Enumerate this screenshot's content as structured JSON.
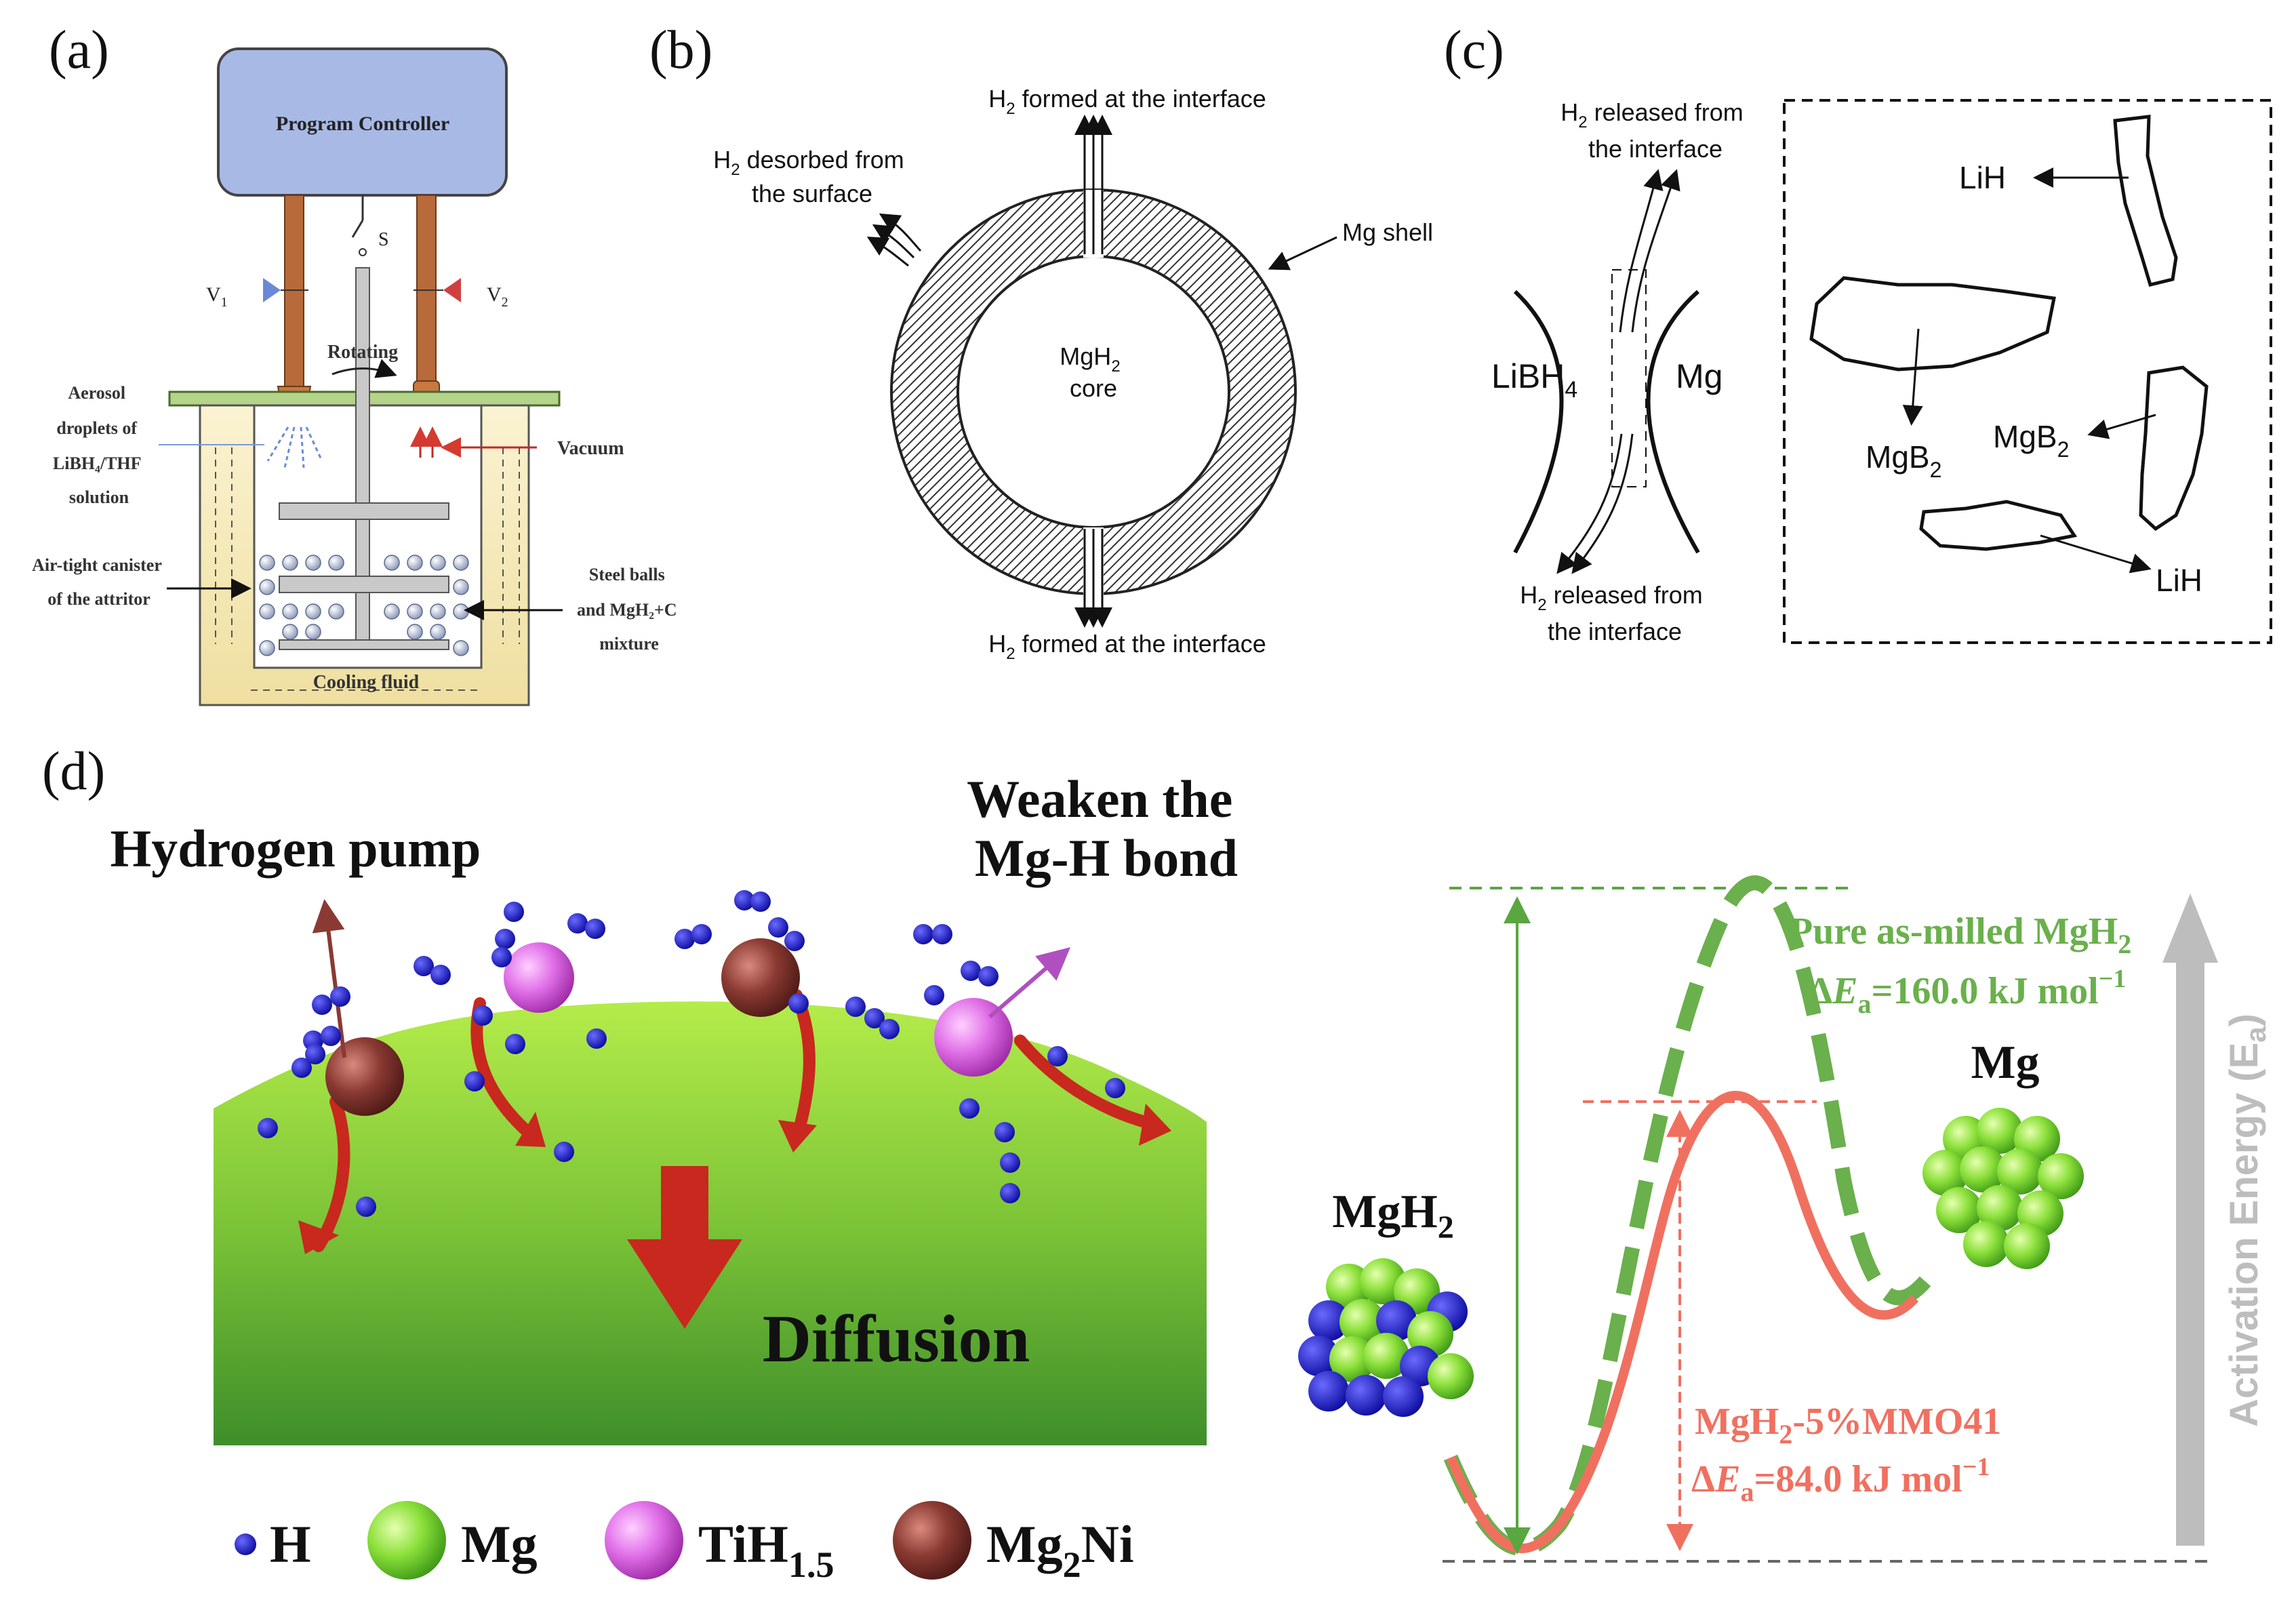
{
  "panels": {
    "a": {
      "label": "(a)",
      "controller": "Program Controller",
      "switch": "S",
      "v1_main": "V",
      "v1_sub": "1",
      "v2_main": "V",
      "v2_sub": "2",
      "rotating": "Rotating",
      "aerosol": [
        "Aerosol",
        "droplets of",
        "LiBH₄/THF",
        "solution"
      ],
      "vacuum": "Vacuum",
      "canister": [
        "Air-tight canister",
        "of the attritor"
      ],
      "steel": [
        "Steel balls",
        "and MgH₂+C",
        "mixture"
      ],
      "cooling": "Cooling fluid"
    },
    "b": {
      "label": "(b)",
      "top_h": "H",
      "top_sub": "2",
      "top_rest": " formed at the interface",
      "bot_h": "H",
      "bot_sub": "2",
      "bot_rest": " formed at the interface",
      "des_h": "H",
      "des_sub": "2",
      "des_rest": " desorbed from",
      "des_line2": "the surface",
      "shell": "Mg shell",
      "core_main": "MgH",
      "core_sub": "2",
      "core_line2": "core"
    },
    "c": {
      "label": "(c)",
      "top_h": "H",
      "top_sub": "2",
      "top_rest": " released from",
      "top_line2": "the interface",
      "bot_h": "H",
      "bot_sub": "2",
      "bot_rest": " released from",
      "bot_line2": "the interface",
      "libh4_main": "LiBH",
      "libh4_sub": "4",
      "mg": "Mg",
      "lih1": "LiH",
      "lih2": "LiH",
      "mgb2a_main": "MgB",
      "mgb2a_sub": "2",
      "mgb2b_main": "MgB",
      "mgb2b_sub": "2"
    },
    "d": {
      "label": "(d)",
      "hydrogen_pump": "Hydrogen pump",
      "weaken_line1": "Weaken the",
      "weaken_line2": "Mg-H bond",
      "diffusion": "Diffusion",
      "legend_h": "H",
      "legend_mg": "Mg",
      "legend_tih_main": "TiH",
      "legend_tih_sub": "1.5",
      "legend_mg2ni_a": "Mg",
      "legend_mg2ni_sub": "2",
      "legend_mg2ni_b": "Ni",
      "pure_label": "Pure as-milled MgH",
      "pure_label_sub": "2",
      "pure_ea_delta": "Δ",
      "pure_ea_e": "E",
      "pure_ea_sub": "a",
      "pure_ea_rest": "=160.0 kJ mol",
      "pure_ea_sup": "−1",
      "doped_label": "MgH",
      "doped_label_sub": "2",
      "doped_label_rest": "-5%MMO41",
      "doped_ea_delta": "Δ",
      "doped_ea_e": "E",
      "doped_ea_sub": "a",
      "doped_ea_rest": "=84.0 kJ mol",
      "doped_ea_sup": "−1",
      "mgh2_main": "MgH",
      "mgh2_sub": "2",
      "mg_product": "Mg",
      "axis_main": "Activation Energy (E",
      "axis_sub": "a",
      "axis_end": ")"
    }
  },
  "colors": {
    "controller_fill": "#a9b9e6",
    "pipe": "#b86a3a",
    "tank": "#f7ecc0",
    "green_dashed": "#6ab04c",
    "red_solid": "#f07060",
    "arrow_red": "#c8281e",
    "h_atom": "#1a1acd",
    "tih_atom": "#e070e8",
    "mg2ni_atom": "#8a3a32",
    "mg_atom": "#7ede2e"
  }
}
